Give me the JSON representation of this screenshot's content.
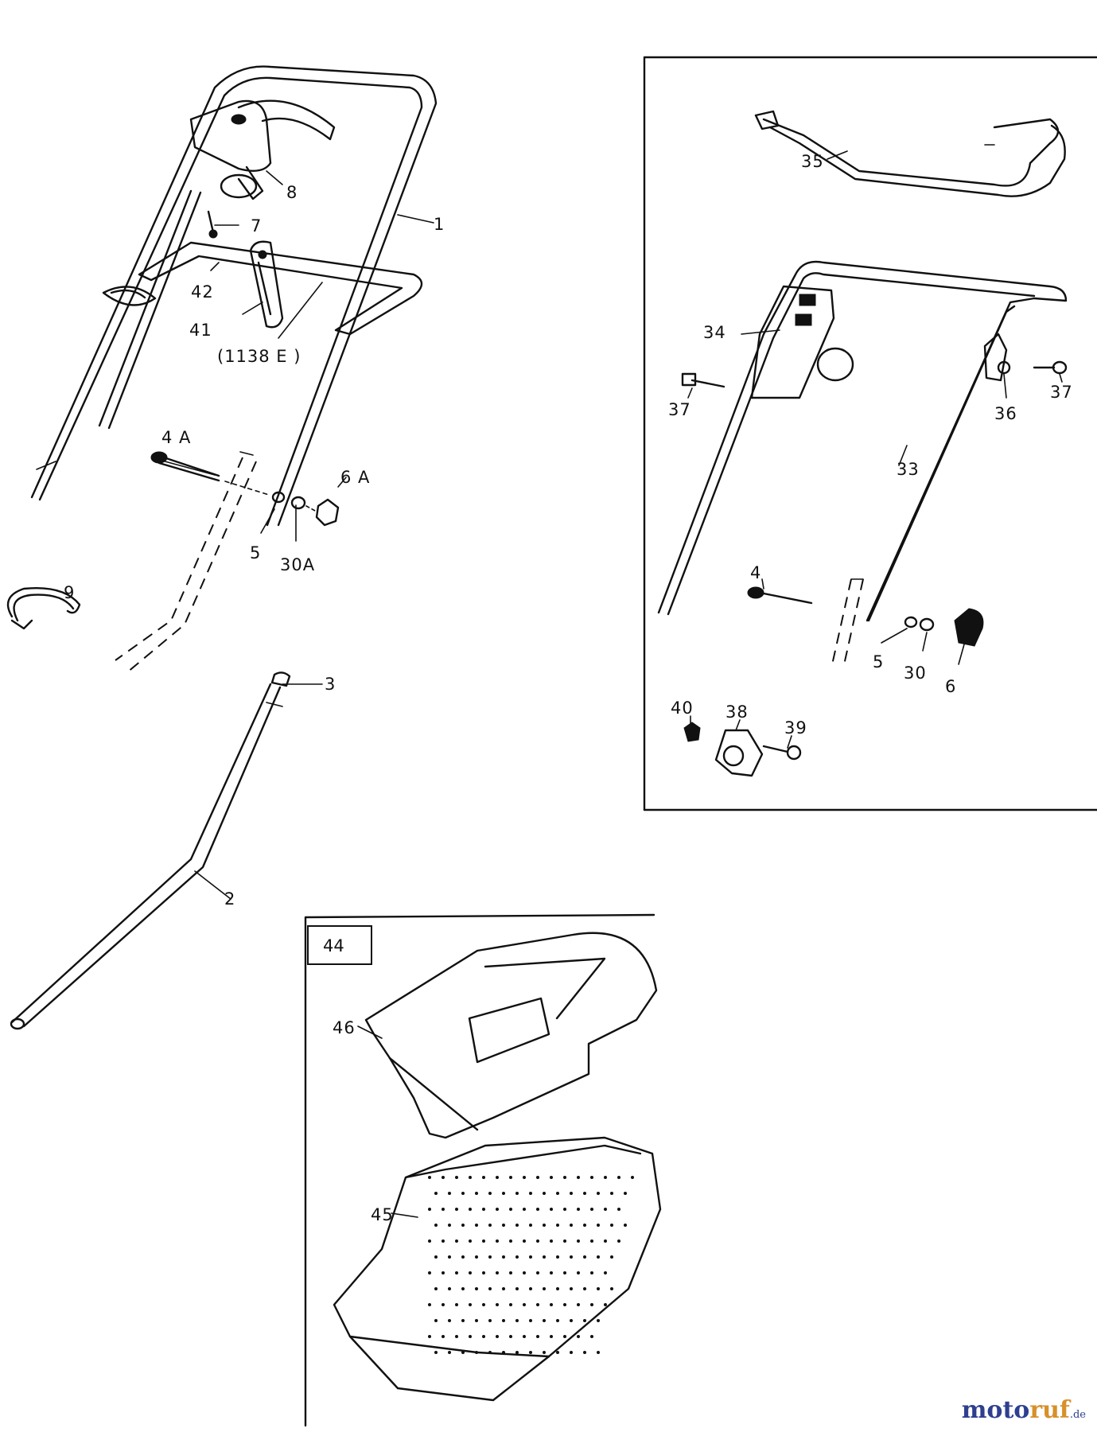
{
  "labels": {
    "l1": "1",
    "l2": "2",
    "l3": "3",
    "l4a": "4 A",
    "l5a": "5",
    "l6a": "6 A",
    "l7": "7",
    "l8": "8",
    "l9": "9",
    "l30a": "30A",
    "l41": "41",
    "l42": "42",
    "l1138e": "(1138 E )",
    "l33": "33",
    "l34": "34",
    "l35": "35",
    "l36": "36",
    "l37a": "37",
    "l37b": "37",
    "l38": "38",
    "l39": "39",
    "l40": "40",
    "l4": "4",
    "l5b": "5",
    "l30": "30",
    "l6": "6",
    "l45": "45",
    "l46": "46"
  },
  "inset_tag": "44",
  "brand": {
    "part1": "moto",
    "part2": "ruf",
    "part3": ".de"
  }
}
